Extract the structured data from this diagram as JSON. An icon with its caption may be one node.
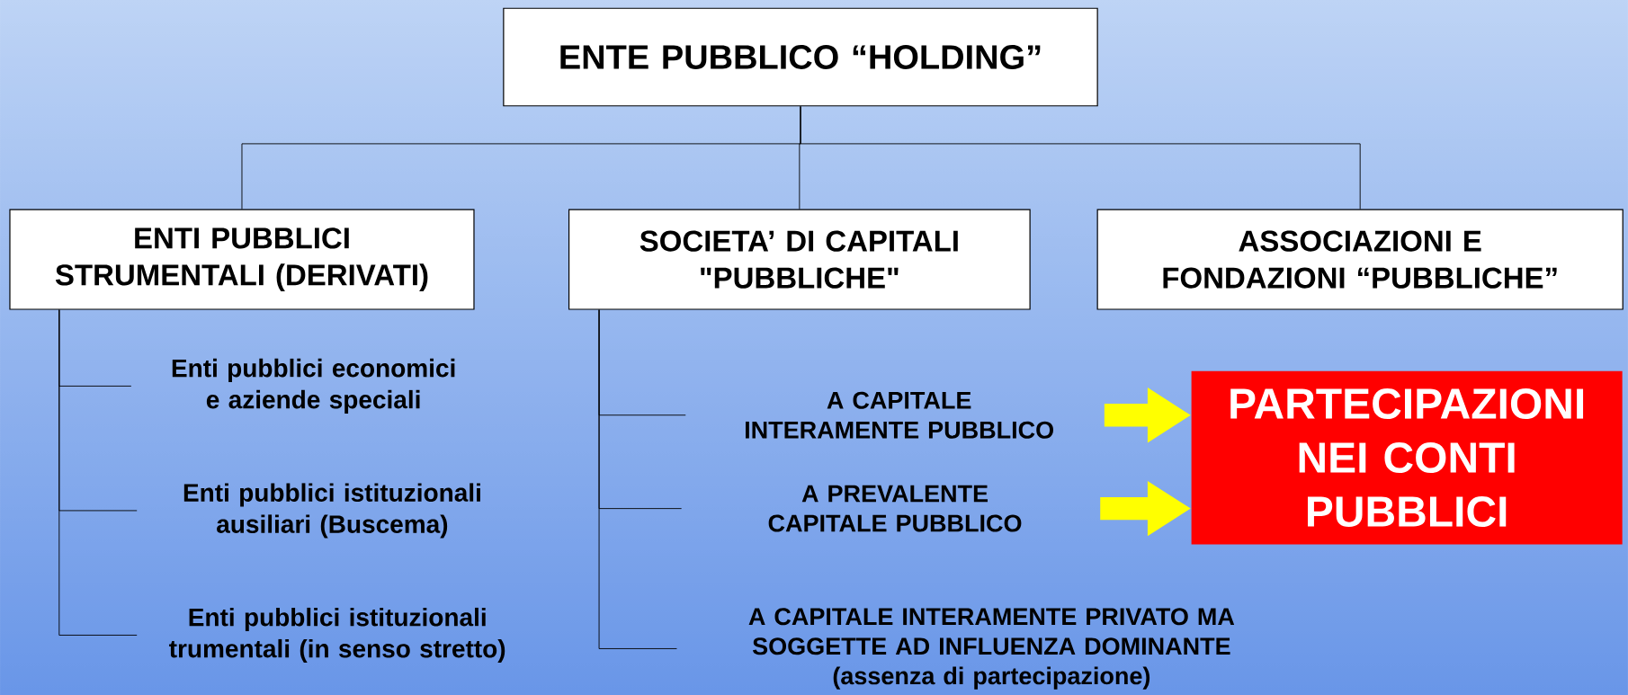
{
  "diagram": {
    "nodes": [
      {
        "text": [
          "ENTE PUBBLICO “HOLDING”"
        ]
      },
      {
        "text": [
          "ENTI PUBBLICI STRUMENTALI (DERIVATI)"
        ]
      },
      {
        "text": [
          "SOCIETA’ DI CAPITALI \"PUBBLICHE\""
        ]
      },
      {
        "text": [
          "ASSOCIAZIONI E FONDAZIONI “PUBBLICHE”"
        ]
      },
      {
        "text": [
          "Enti pubblici economici e aziende speciali"
        ]
      },
      {
        "text": [
          "Enti pubblici istituzionali ausiliari (Buscema)"
        ]
      },
      {
        "text": [
          "Enti pubblici istituzionali trumentali (in senso stretto)"
        ]
      },
      {
        "text": [
          "A CAPITALE INTERAMENTE PUBBLICO"
        ]
      },
      {
        "text": [
          "A PREVALENTE CAPITALE PUBBLICO"
        ]
      },
      {
        "text": [
          "A CAPITALE INTERAMENTE PRIVATO MA SOGGETTE AD INFLUENZA DOMINANTE",
          "(assenza di partecipazione)"
        ]
      },
      {
        "text": [
          "PARTECIPAZIONI NEI CONTI PUBBLICI"
        ]
      }
    ],
    "edges": [
      {
        "from": 0,
        "to": 1,
        "arrow": "none"
      },
      {
        "from": 0,
        "to": 2,
        "arrow": "none"
      },
      {
        "from": 0,
        "to": 3,
        "arrow": "none"
      },
      {
        "from": 1,
        "to": 4,
        "arrow": "none"
      },
      {
        "from": 1,
        "to": 5,
        "arrow": "none"
      },
      {
        "from": 1,
        "to": 6,
        "arrow": "none"
      },
      {
        "from": 2,
        "to": 7,
        "arrow": "none"
      },
      {
        "from": 2,
        "to": 8,
        "arrow": "none"
      },
      {
        "from": 2,
        "to": 9,
        "arrow": "none"
      },
      {
        "from": 7,
        "to": 10,
        "arrow": "to",
        "style": "thick",
        "color": "#ffff00"
      },
      {
        "from": 8,
        "to": 10,
        "arrow": "to",
        "style": "thick",
        "color": "#ffff00"
      }
    ]
  }
}
